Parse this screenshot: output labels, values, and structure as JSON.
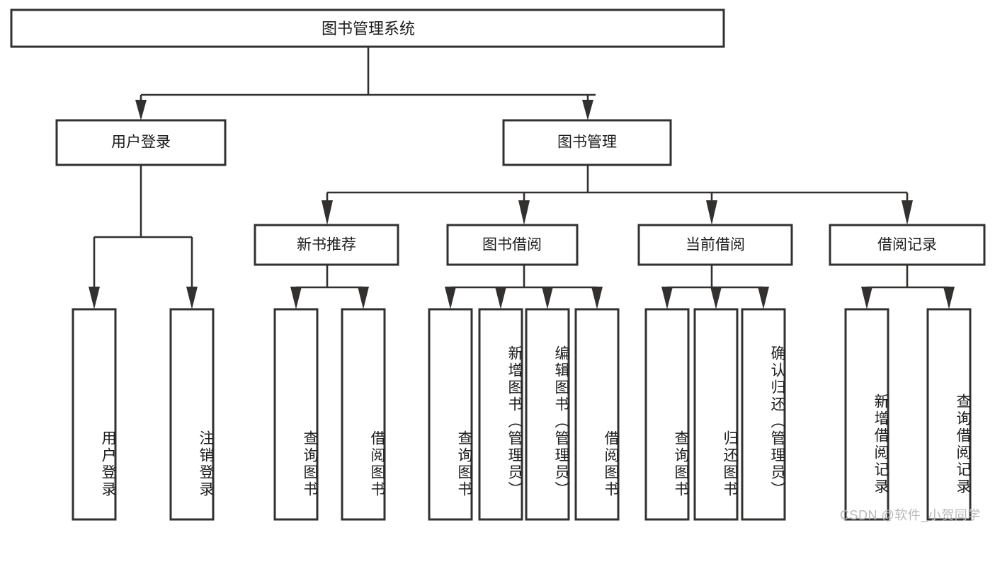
{
  "diagram": {
    "type": "tree",
    "title": "图书管理系统",
    "watermark": "CSDN @软件_小贺同学",
    "levels": {
      "root": {
        "label": "图书管理系统"
      },
      "level2": [
        {
          "id": "user-login",
          "label": "用户登录"
        },
        {
          "id": "book-management",
          "label": "图书管理"
        }
      ],
      "level3": [
        {
          "id": "new-book-recommend",
          "label": "新书推荐",
          "parent": "book-management"
        },
        {
          "id": "book-borrow",
          "label": "图书借阅",
          "parent": "book-management"
        },
        {
          "id": "current-borrow",
          "label": "当前借阅",
          "parent": "book-management"
        },
        {
          "id": "borrow-record",
          "label": "借阅记录",
          "parent": "book-management"
        }
      ],
      "leaves": [
        {
          "id": "leaf-user-login",
          "label": "用户登录",
          "parent": "user-login"
        },
        {
          "id": "leaf-logout-login",
          "label": "注销登录",
          "parent": "user-login"
        },
        {
          "id": "leaf-query-book-1",
          "label": "查询图书",
          "parent": "new-book-recommend"
        },
        {
          "id": "leaf-borrow-book-1",
          "label": "借阅图书",
          "parent": "new-book-recommend"
        },
        {
          "id": "leaf-query-book-2",
          "label": "查询图书",
          "parent": "book-borrow"
        },
        {
          "id": "leaf-add-book",
          "label": "新增图书（管理员）",
          "parent": "book-borrow"
        },
        {
          "id": "leaf-edit-book",
          "label": "编辑图书（管理员）",
          "parent": "book-borrow"
        },
        {
          "id": "leaf-borrow-book-2",
          "label": "借阅图书",
          "parent": "book-borrow"
        },
        {
          "id": "leaf-query-book-3",
          "label": "查询图书",
          "parent": "current-borrow"
        },
        {
          "id": "leaf-return-book",
          "label": "归还图书",
          "parent": "current-borrow"
        },
        {
          "id": "leaf-confirm-return",
          "label": "确认归还（管理员）",
          "parent": "current-borrow"
        },
        {
          "id": "leaf-add-record",
          "label": "新增借阅记录",
          "parent": "borrow-record"
        },
        {
          "id": "leaf-query-record",
          "label": "查询借阅记录",
          "parent": "borrow-record"
        }
      ]
    },
    "colors": {
      "stroke": "#33312f",
      "fill": "#ffffff",
      "text": "#1c1c1c",
      "watermark": "#b9b9b9"
    }
  }
}
